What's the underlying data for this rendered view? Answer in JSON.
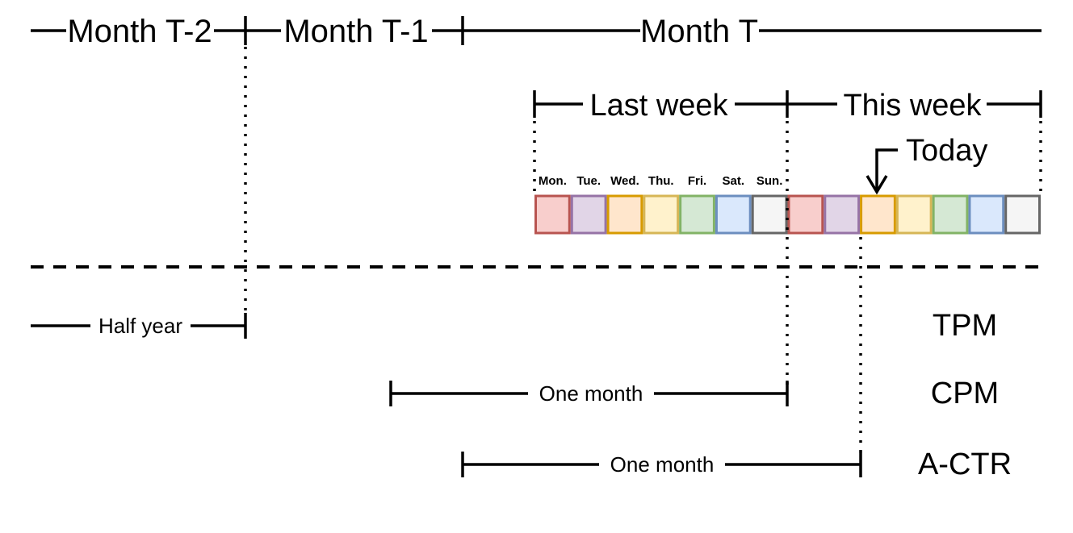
{
  "timeline": {
    "months": [
      "Month T-2",
      "Month T-1",
      "Month T"
    ],
    "weeks": [
      "Last week",
      "This week"
    ],
    "today_label": "Today",
    "days": [
      "Mon.",
      "Tue.",
      "Wed.",
      "Thu.",
      "Fri.",
      "Sat.",
      "Sun."
    ],
    "today_index": 9
  },
  "day_colors": [
    {
      "fill": "#f8cecc",
      "stroke": "#b85450"
    },
    {
      "fill": "#e1d5e7",
      "stroke": "#9673a6"
    },
    {
      "fill": "#ffe6cc",
      "stroke": "#d79b00"
    },
    {
      "fill": "#fff2cc",
      "stroke": "#d6b656"
    },
    {
      "fill": "#d5e8d4",
      "stroke": "#82b366"
    },
    {
      "fill": "#dae8fc",
      "stroke": "#6c8ebf"
    },
    {
      "fill": "#f5f5f5",
      "stroke": "#666666"
    }
  ],
  "windows": [
    {
      "metric": "TPM",
      "span_label": "Half year"
    },
    {
      "metric": "CPM",
      "span_label": "One month"
    },
    {
      "metric": "A-CTR",
      "span_label": "One month"
    }
  ]
}
